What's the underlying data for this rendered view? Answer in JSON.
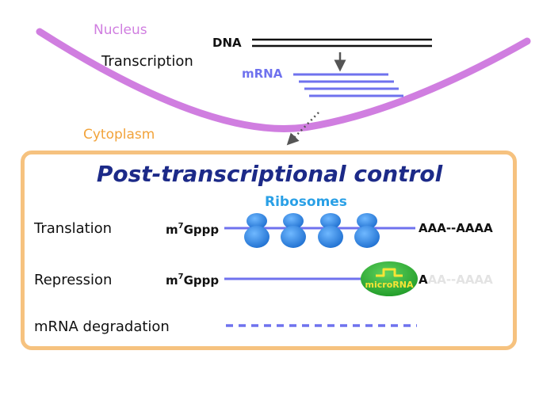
{
  "nucleus_label": "Nucleus",
  "transcription_label": "Transcription",
  "dna_label": "DNA",
  "mrna_label": "mRNA",
  "cytoplasm_label": "Cytoplasm",
  "panel_title": "Post-transcriptional control",
  "ribosomes_label": "Ribosomes",
  "rows": {
    "translation": "Translation",
    "repression": "Repression",
    "degradation": "mRNA degradation"
  },
  "cap": {
    "base": "m",
    "superscript": "7",
    "rest": "Gppp"
  },
  "tail_translation": "AAA--AAAA",
  "tail_repression": {
    "bound": "A",
    "faded": "AA--AAAA"
  },
  "microrna_label": "microRNA",
  "colors": {
    "nucleus": "#d07ee0",
    "mrna": "#6f72ee",
    "cytoplasm": "#f2a33a",
    "title": "#1c2a88",
    "ribosome": "#2a7fd8",
    "microrna": "#2fae2f",
    "panel_border": "#f6c27f"
  }
}
